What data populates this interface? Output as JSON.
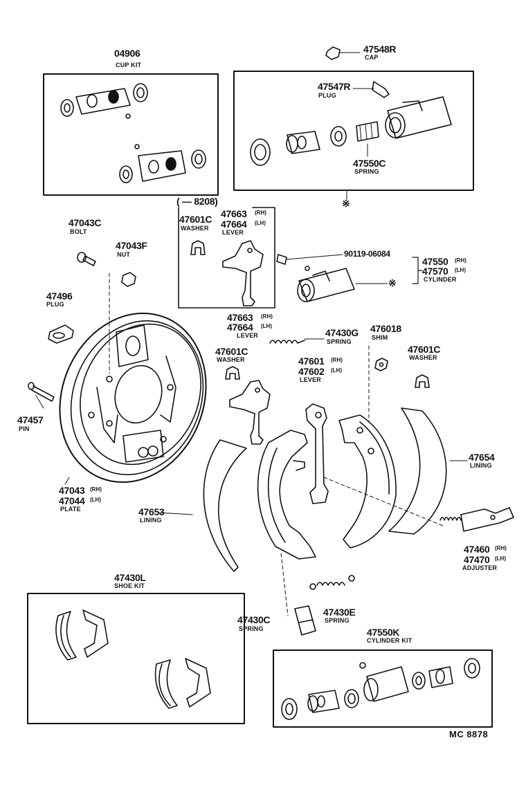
{
  "diagram_code": "MC 8878",
  "date_range": "( — 8208)",
  "symbol_note": "※",
  "parts": {
    "cup_kit": {
      "num": "04906",
      "name": "CUP KIT"
    },
    "cap": {
      "num": "47548R",
      "name": "CAP"
    },
    "plug_top": {
      "num": "47547R",
      "name": "PLUG"
    },
    "spring_top": {
      "num": "47550C",
      "name": "SPRING"
    },
    "bolt": {
      "num": "47043C",
      "name": "BOLT"
    },
    "nut": {
      "num": "47043F",
      "name": "NUT"
    },
    "plug_left": {
      "num": "47496",
      "name": "PLUG"
    },
    "pin": {
      "num": "47457",
      "name": "PIN"
    },
    "plate": {
      "num_rh": "47043",
      "suffix_rh": "(RH)",
      "num_lh": "47044",
      "suffix_lh": "(LH)",
      "name": "PLATE"
    },
    "washer_a": {
      "num": "47601C",
      "name": "WASHER"
    },
    "lever_a": {
      "num_rh": "47663",
      "suffix_rh": "(RH)",
      "num_lh": "47664",
      "suffix_lh": "(LH)",
      "name": "LEVER"
    },
    "bolt_b": {
      "num": "90119-06084"
    },
    "cylinder": {
      "num_rh": "47550",
      "suffix_rh": "(RH)",
      "num_lh": "47570",
      "suffix_lh": "(LH)",
      "name": "CYLINDER"
    },
    "lever_b": {
      "num_rh": "47663",
      "suffix_rh": "(RH)",
      "num_lh": "47664",
      "suffix_lh": "(LH)",
      "name": "LEVER"
    },
    "washer_b": {
      "num": "47601C",
      "name": "WASHER"
    },
    "spring_g": {
      "num": "47430G",
      "name": "SPRING"
    },
    "shim": {
      "num": "476018",
      "name": "SHIM"
    },
    "washer_c": {
      "num": "47601C",
      "name": "WASHER"
    },
    "lever_c": {
      "num_rh": "47601",
      "suffix_rh": "(RH)",
      "num_lh": "47602",
      "suffix_lh": "(LH)",
      "name": "LEVER"
    },
    "lining_r": {
      "num": "47654",
      "name": "LINING"
    },
    "lining_l": {
      "num": "47653",
      "name": "LINING"
    },
    "adjuster": {
      "num_rh": "47460",
      "suffix_rh": "(RH)",
      "num_lh": "47470",
      "suffix_lh": "(LH)",
      "name": "ADJUSTER"
    },
    "shoe_kit": {
      "num": "47430L",
      "name": "SHOE KIT"
    },
    "spring_e": {
      "num": "47430E",
      "name": "SPRING"
    },
    "spring_c": {
      "num": "47430C",
      "name": "SPRING"
    },
    "cylinder_kit": {
      "num": "47550K",
      "name": "CYLINDER KIT"
    }
  }
}
